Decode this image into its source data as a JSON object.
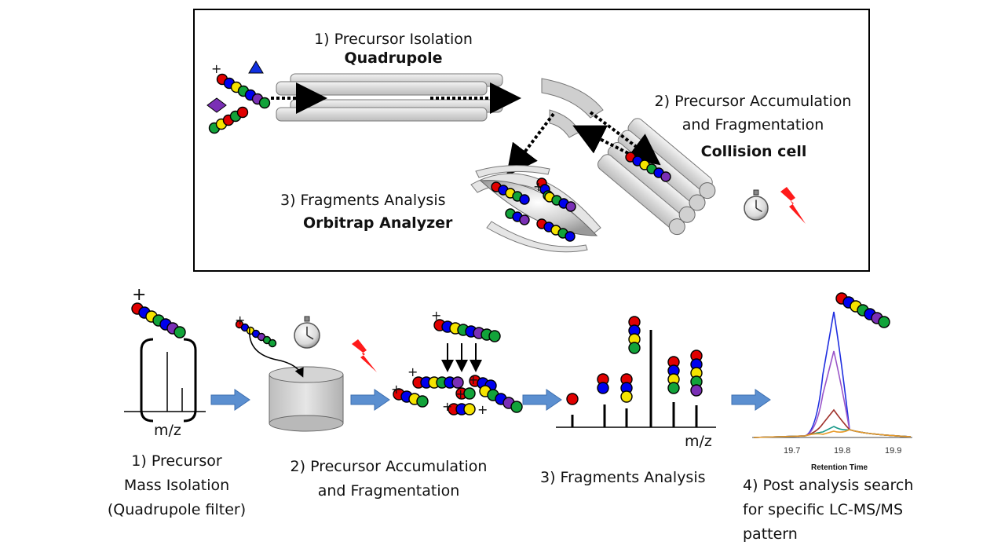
{
  "top_panel": {
    "step1_title": "1) Precursor Isolation",
    "step1_device": "Quadrupole",
    "step2_title_line1": "2) Precursor Accumulation",
    "step2_title_line2": "and Fragmentation",
    "step2_device": "Collision cell",
    "step3_title": "3) Fragments Analysis",
    "step3_device": "Orbitrap Analyzer"
  },
  "bottom_panel": {
    "step1_lines": [
      "1) Precursor",
      "Mass Isolation",
      "(Quadrupole filter)"
    ],
    "step1_axis": "m/z",
    "step2_lines": [
      "2) Precursor Accumulation",
      "and Fragmentation"
    ],
    "step3_label": "3) Fragments Analysis",
    "step3_axis": "m/z",
    "step4_lines": [
      "4) Post analysis search",
      "for specific LC-MS/MS",
      "pattern"
    ],
    "chromatogram": {
      "x_ticks": [
        "19.7",
        "19.8",
        "19.9"
      ],
      "x_label": "Retention Time"
    }
  },
  "charge_symbol": "+",
  "colors": {
    "red": "#e00000",
    "blue": "#0000ee",
    "yellow": "#f5e300",
    "green": "#12a33a",
    "purple": "#7a2fb5",
    "arrow_blue": "#5b8fd0",
    "bolt_red": "#ff1a1a",
    "rod_gray": "#dcdcdc"
  }
}
